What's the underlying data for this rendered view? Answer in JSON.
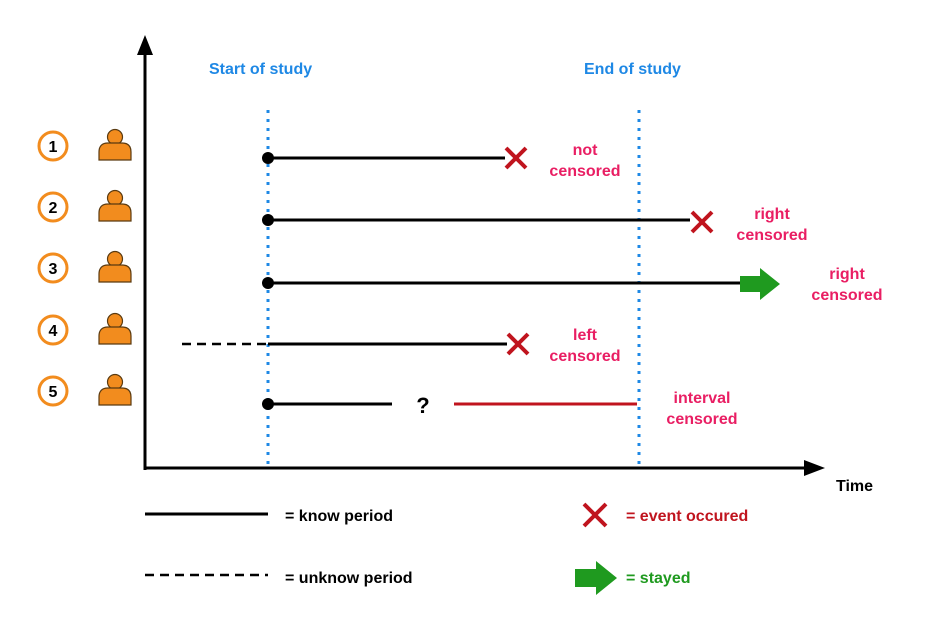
{
  "header": {
    "start_of_study": "Start of study",
    "end_of_study": "End of study"
  },
  "axis": {
    "time_label": "Time"
  },
  "subjects": [
    {
      "id": "1",
      "status_line1": "not",
      "status_line2": "censored"
    },
    {
      "id": "2",
      "status_line1": "right",
      "status_line2": "censored"
    },
    {
      "id": "3",
      "status_line1": "right",
      "status_line2": "censored"
    },
    {
      "id": "4",
      "status_line1": "left",
      "status_line2": "censored"
    },
    {
      "id": "5",
      "status_line1": "interval",
      "status_line2": "censored",
      "unknown_mark": "?"
    }
  ],
  "legend": {
    "known_period": "= know period",
    "unknown_period": "= unknow period",
    "event_occurred": "= event occured",
    "stayed": "= stayed"
  },
  "colors": {
    "study_boundary": "#1e88e5",
    "status_text": "#e91e63",
    "event_mark": "#c0141e",
    "stayed_arrow": "#1f9a1f",
    "subject_orange": "#f28c1e",
    "interval_line": "#c0141e"
  },
  "icons": {
    "subject": "person-icon",
    "event": "x-mark-icon",
    "stayed": "arrow-right-icon"
  }
}
